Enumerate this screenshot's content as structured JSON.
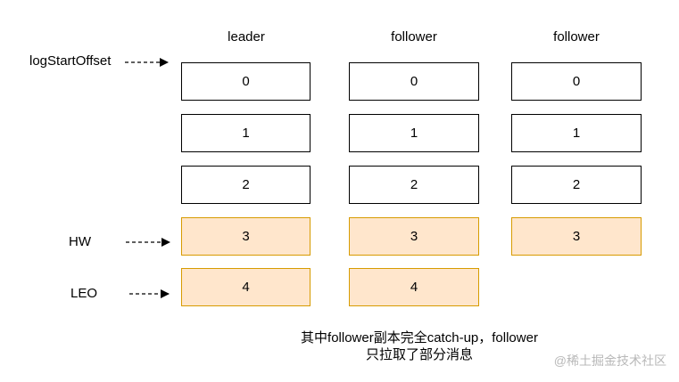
{
  "columns": {
    "leader": {
      "header": "leader",
      "cells": [
        "0",
        "1",
        "2",
        "3",
        "4"
      ]
    },
    "follower1": {
      "header": "follower",
      "cells": [
        "0",
        "1",
        "2",
        "3",
        "4"
      ]
    },
    "follower2": {
      "header": "follower",
      "cells": [
        "0",
        "1",
        "2",
        "3"
      ]
    }
  },
  "markers": {
    "log_start_offset": "logStartOffset",
    "hw": "HW",
    "leo": "LEO"
  },
  "caption": {
    "line1": "其中follower副本完全catch-up，follower",
    "line2": "只拉取了部分消息"
  },
  "watermark": "@稀土掘金技术社区",
  "colors": {
    "border": "#000000",
    "highlight_fill": "#ffe6cc",
    "highlight_border": "#d79b00"
  }
}
